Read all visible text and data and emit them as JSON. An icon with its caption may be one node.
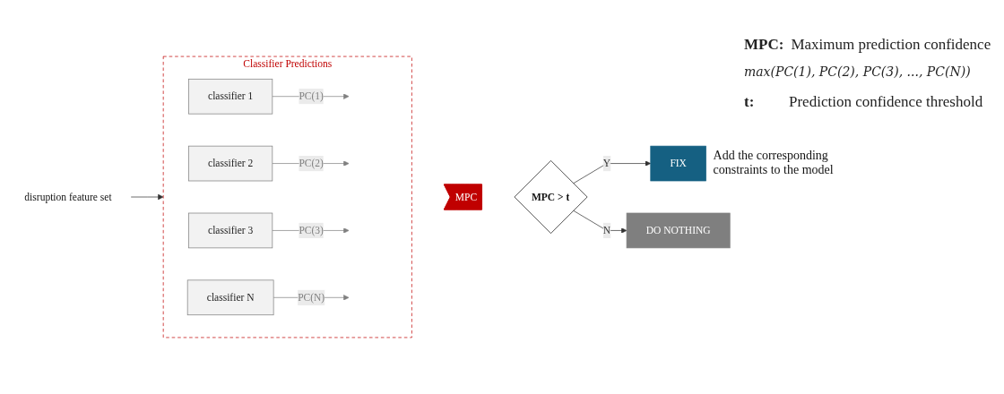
{
  "diagram": {
    "nodes": [
      {
        "text": [
          "Classifier Predictions"
        ]
      },
      {
        "text": [
          "classifier 1"
        ],
        "in": 0
      },
      {
        "text": [
          "classifier 2"
        ],
        "in": 0
      },
      {
        "text": [
          "classifier 3"
        ],
        "in": 0
      },
      {
        "text": [
          "classifier N"
        ],
        "in": 0
      },
      {
        "text": [
          "disruption feature set"
        ]
      },
      {
        "text": [
          "MPC"
        ]
      },
      {
        "text": [
          "MPC > t"
        ]
      },
      {
        "text": [
          "FIX"
        ],
        "beside": [
          "Add the corresponding constraints to the model"
        ]
      },
      {
        "text": [
          "DO NOTHING"
        ]
      }
    ],
    "edges": [
      {
        "from": 1,
        "to": null,
        "arrow": "to",
        "label": "PC(1)",
        "color": "#808080"
      },
      {
        "from": 2,
        "to": null,
        "arrow": "to",
        "label": "PC(2)",
        "color": "#808080"
      },
      {
        "from": 3,
        "to": null,
        "arrow": "to",
        "label": "PC(3)",
        "color": "#808080"
      },
      {
        "from": 4,
        "to": null,
        "arrow": "to",
        "label": "PC(N)",
        "color": "#808080"
      },
      {
        "from": 5,
        "to": 0,
        "arrow": "to"
      },
      {
        "from": 7,
        "to": 8,
        "arrow": "to",
        "label": "Y"
      },
      {
        "from": 7,
        "to": 9,
        "arrow": "to",
        "label": "N"
      }
    ],
    "labels": [
      "MPC:",
      "Maximum prediction confidence",
      "max(PC(1), PC(2), PC(3), ..., PC(N))",
      "t:",
      "Prediction confidence threshold"
    ]
  }
}
